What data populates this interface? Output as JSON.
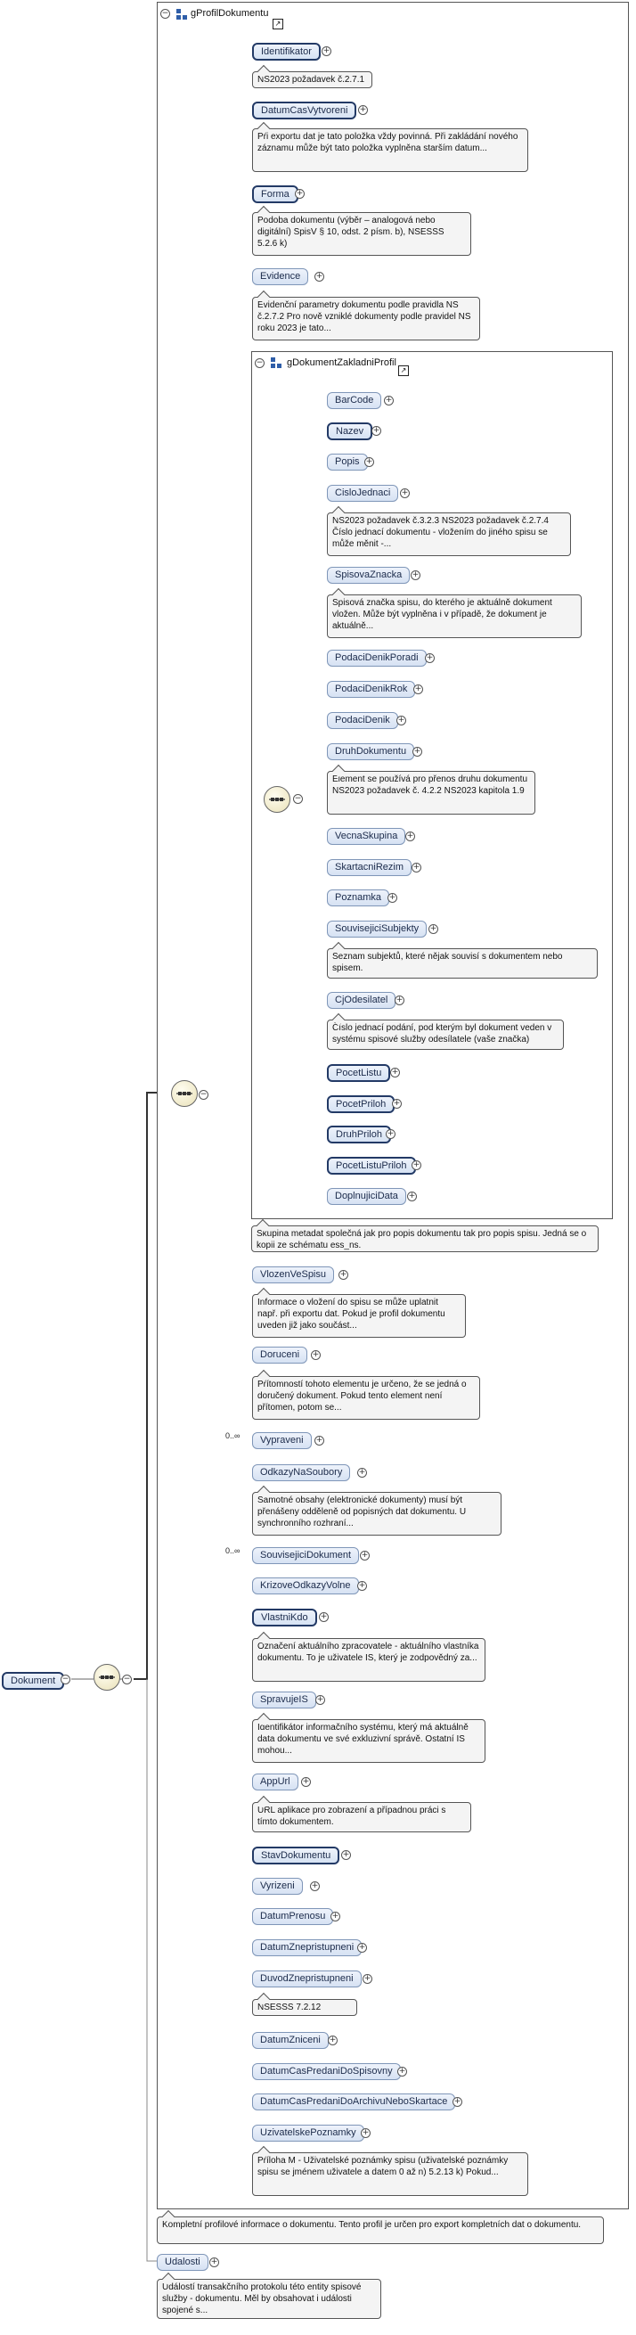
{
  "root": {
    "label": "Dokument",
    "doc": "Kompletní profilové informace o dokumentu. Tento profil je určen pro export kompletních dat o dokumentu."
  },
  "group_main": {
    "label": "gProfilDokumentu"
  },
  "group_inner": {
    "label": "gDokumentZakladniProfil"
  },
  "inner_doc": "Skupina metadat společná jak pro popis dokumentu tak pro popis spisu. Jedná se o kopii ze schématu ess_ns.",
  "udalosti": {
    "label": "Udalosti",
    "doc": "Událostí transakčního protokolu této entity spisové služby - dokumentu. Měl by obsahovat i události spojené s..."
  },
  "main_items": [
    {
      "label": "Identifikator",
      "doc": "NS2023 požadavek č.2.7.1"
    },
    {
      "label": "DatumCasVytvoreni",
      "doc": "Při exportu dat je tato položka vždy povinná. Při zakládání nového záznamu může být tato položka vyplněna starším datum..."
    },
    {
      "label": "Forma",
      "doc": "Podoba dokumentu (výběr – analogová nebo digitální) SpisV § 10, odst. 2 písm. b), NSESSS 5.2.6 k)"
    },
    {
      "label": "Evidence",
      "doc": "Evidenční parametry dokumentu podle pravidla NS č.2.7.2 Pro nově vzniklé dokumenty podle pravidel NS roku 2023 je tato..."
    },
    {
      "label": "VlozenVeSpisu",
      "doc": "Informace o vložení do spisu se může uplatnit např. při exportu dat. Pokud je profil dokumentu uveden již jako součást..."
    },
    {
      "label": "Doruceni",
      "doc": "Přítomností tohoto elementu je určeno, že se jedná o doručený dokument. Pokud tento element není přítomen, potom se..."
    },
    {
      "label": "Vypraveni",
      "occ": "0..∞"
    },
    {
      "label": "OdkazyNaSoubory",
      "doc": "Samotné obsahy (elektronické dokumenty) musí být přenášeny odděleně od popisných dat dokumentu. U synchronního rozhraní..."
    },
    {
      "label": "SouvisejiciDokument",
      "occ": "0..∞"
    },
    {
      "label": "KrizoveOdkazyVolne"
    },
    {
      "label": "VlastniKdo",
      "doc": "Označení aktuálního zpracovatele - aktuálního vlastníka dokumentu. To je uživatele IS, který je zodpovědný za..."
    },
    {
      "label": "SpravujeIS",
      "doc": "Identifikátor informačního systému, který má aktuálně data dokumentu ve své exkluzivní správě. Ostatní IS mohou..."
    },
    {
      "label": "AppUrl",
      "doc": "URL aplikace pro zobrazení a případnou práci s tímto dokumentem."
    },
    {
      "label": "StavDokumentu"
    },
    {
      "label": "Vyrizeni"
    },
    {
      "label": "DatumPrenosu"
    },
    {
      "label": "DatumZnepristupneni"
    },
    {
      "label": "DuvodZnepristupneni",
      "doc": "NSESSS 7.2.12"
    },
    {
      "label": "DatumZniceni"
    },
    {
      "label": "DatumCasPredaniDoSpisovny"
    },
    {
      "label": "DatumCasPredaniDoArchivuNeboSkartace"
    },
    {
      "label": "UzivatelskePoznamky",
      "doc": "Příloha M - Uživatelské poznámky spisu (uživatelské poznámky spisu se jménem uživatele a datem 0 až n) 5.2.13 k) Pokud..."
    }
  ],
  "inner_items": [
    {
      "label": "BarCode"
    },
    {
      "label": "Nazev"
    },
    {
      "label": "Popis"
    },
    {
      "label": "CisloJednaci",
      "doc": "NS2023 požadavek č.3.2.3 NS2023 požadavek č.2.7.4 Číslo jednací dokumentu - vložením do jiného spisu se může měnit -..."
    },
    {
      "label": "SpisovaZnacka",
      "doc": "Spisová značka spisu, do kterého je aktuálně dokument vložen. Může být vyplněna i v případě, že dokument je aktuálně..."
    },
    {
      "label": "PodaciDenikPoradi"
    },
    {
      "label": "PodaciDenikRok"
    },
    {
      "label": "PodaciDenik"
    },
    {
      "label": "DruhDokumentu",
      "doc": "Element se používá pro přenos druhu dokumentu NS2023 požadavek č. 4.2.2 NS2023 kapitola 1.9"
    },
    {
      "label": "VecnaSkupina"
    },
    {
      "label": "SkartacniRezim"
    },
    {
      "label": "Poznamka"
    },
    {
      "label": "SouvisejiciSubjekty",
      "doc": "Seznam subjektů, které nějak souvisí s dokumentem nebo spisem."
    },
    {
      "label": "CjOdesilatel",
      "doc": "Číslo jednací podání, pod kterým byl dokument veden v systému spisové služby odesílatele (vaše značka)"
    },
    {
      "label": "PocetListu"
    },
    {
      "label": "PocetPriloh"
    },
    {
      "label": "DruhPriloh"
    },
    {
      "label": "PocetListuPriloh"
    },
    {
      "label": "DoplnujiciData"
    }
  ]
}
